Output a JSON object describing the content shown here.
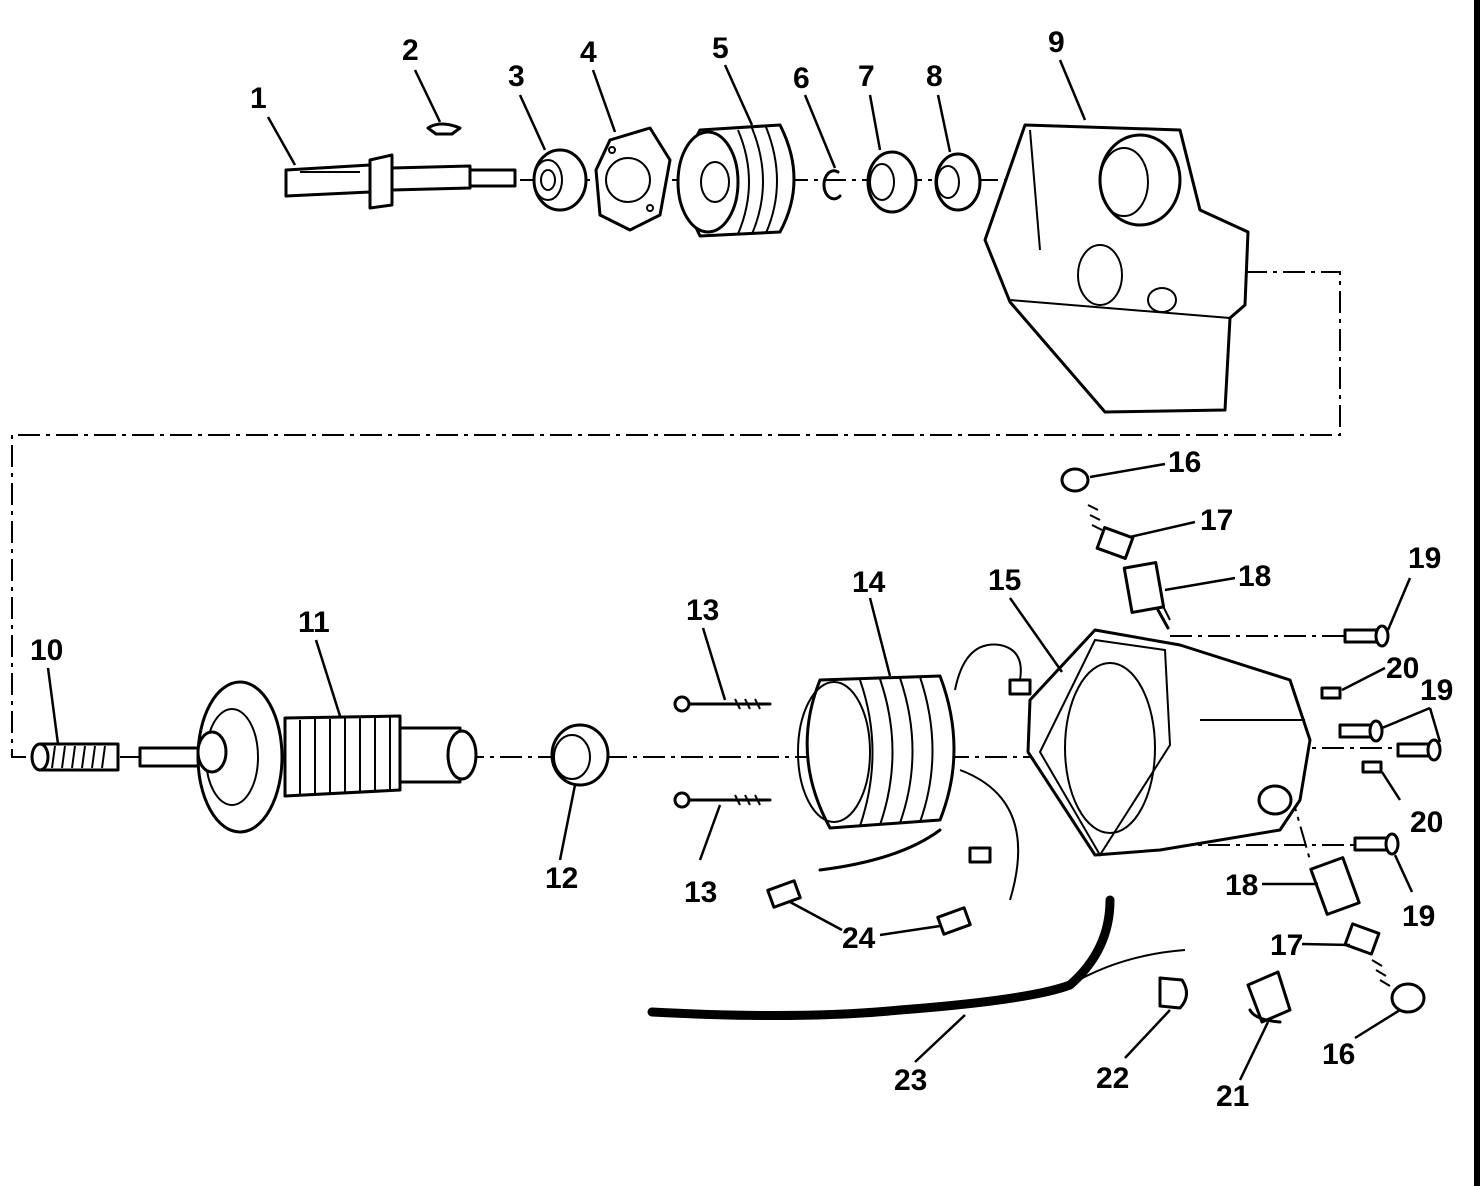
{
  "parts": [
    {
      "id": "1",
      "label": "1"
    },
    {
      "id": "2",
      "label": "2"
    },
    {
      "id": "3",
      "label": "3"
    },
    {
      "id": "4",
      "label": "4"
    },
    {
      "id": "5",
      "label": "5"
    },
    {
      "id": "6",
      "label": "6"
    },
    {
      "id": "7",
      "label": "7"
    },
    {
      "id": "8",
      "label": "8"
    },
    {
      "id": "9",
      "label": "9"
    },
    {
      "id": "10",
      "label": "10"
    },
    {
      "id": "11",
      "label": "11"
    },
    {
      "id": "12",
      "label": "12"
    },
    {
      "id": "13a",
      "label": "13"
    },
    {
      "id": "13b",
      "label": "13"
    },
    {
      "id": "14",
      "label": "14"
    },
    {
      "id": "15",
      "label": "15"
    },
    {
      "id": "16a",
      "label": "16"
    },
    {
      "id": "16b",
      "label": "16"
    },
    {
      "id": "17a",
      "label": "17"
    },
    {
      "id": "17b",
      "label": "17"
    },
    {
      "id": "18a",
      "label": "18"
    },
    {
      "id": "18b",
      "label": "18"
    },
    {
      "id": "19a",
      "label": "19"
    },
    {
      "id": "19b",
      "label": "19"
    },
    {
      "id": "19c",
      "label": "19"
    },
    {
      "id": "20a",
      "label": "20"
    },
    {
      "id": "20b",
      "label": "20"
    },
    {
      "id": "21",
      "label": "21"
    },
    {
      "id": "22",
      "label": "22"
    },
    {
      "id": "23",
      "label": "23"
    },
    {
      "id": "24",
      "label": "24"
    }
  ]
}
